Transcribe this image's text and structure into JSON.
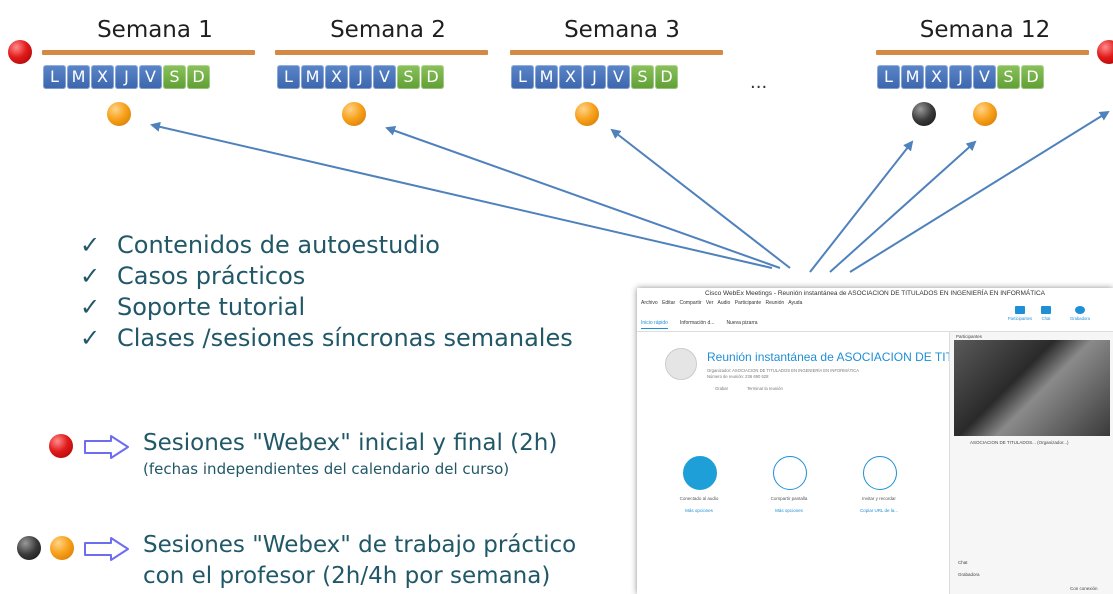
{
  "weeks": [
    {
      "title": "Semana 1"
    },
    {
      "title": "Semana 2"
    },
    {
      "title": "Semana 3"
    },
    {
      "title": "Semana 12"
    }
  ],
  "days": [
    "L",
    "M",
    "X",
    "J",
    "V",
    "S",
    "D"
  ],
  "ellipsis": "...",
  "checklist": [
    "Contenidos de autoestudio",
    "Casos prácticos",
    "Soporte tutorial",
    "Clases /sesiones síncronas semanales"
  ],
  "check_mark": "✓",
  "legend": {
    "first_line": "Sesiones \"Webex\" inicial y final (2h)",
    "first_sub": "(fechas independientes del calendario del curso)",
    "second_line1": "Sesiones \"Webex\" de trabajo práctico",
    "second_line2": "con el profesor (2h/4h por semana)"
  },
  "colors": {
    "weekday": "#3b66ad",
    "weekend": "#5f9f34",
    "bar": "#d48a45",
    "text": "#215868",
    "arrow": "#4f81bd"
  },
  "webex": {
    "title": "Cisco WebEx Meetings - Reunión instantánea de ASOCIACION DE TITULADOS EN INGENIERÍA EN INFORMÁTICA",
    "menu": [
      "Archivo",
      "Editar",
      "Compartir",
      "Ver",
      "Audio",
      "Participante",
      "Reunión",
      "Ayuda"
    ],
    "tabs": [
      "Inicio rápido",
      "Información d...",
      "Nueva pizarra"
    ],
    "toolbar": [
      "Participantes",
      "Chat",
      "Grabadora"
    ],
    "meeting_title": "Reunión instantánea de ASOCIACION DE TITULA",
    "organizer": "Organizador:   ASOCIACION DE TITULADOS EN INGENIERÍA EN INFORMÁTICA",
    "meeting_number": "Número de reunión:   236 690 528",
    "record": "Grabar",
    "end_meeting": "Terminar la reunión",
    "actions": [
      {
        "label": "Conectado al audio",
        "link": "Más opciones"
      },
      {
        "label": "Compartir pantalla",
        "link": "Más opciones"
      },
      {
        "label": "Invitar y recordar",
        "link": "Copiar URL de la..."
      }
    ],
    "participants_header": "Participantes",
    "participant_name": "ASOCIACION DE TITULADOS... (Organizador...)",
    "chat": "Chat",
    "recorder": "Grabadora",
    "connection": "Con conexión"
  }
}
